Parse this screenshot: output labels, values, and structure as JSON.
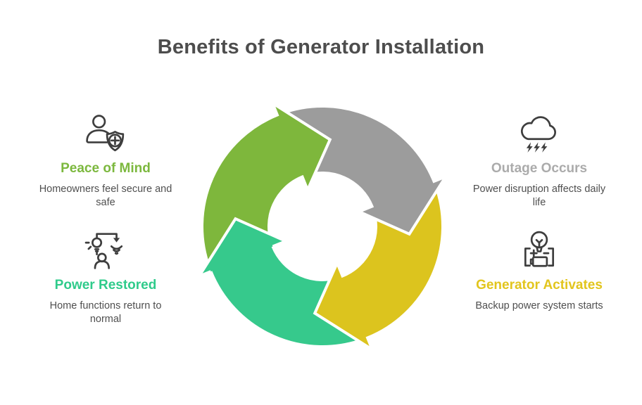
{
  "title": "Benefits of Generator Installation",
  "items": [
    {
      "id": "peace-of-mind",
      "label": "Peace of Mind",
      "description": "Homeowners feel secure and safe",
      "accent_color": "#7cb83e",
      "icon": "person-shield-plus-icon"
    },
    {
      "id": "outage-occurs",
      "label": "Outage Occurs",
      "description": "Power disruption affects daily life",
      "accent_color": "#ababab",
      "icon": "storm-cloud-lightning-icon"
    },
    {
      "id": "power-restored",
      "label": "Power Restored",
      "description": "Home functions return to normal",
      "accent_color": "#2fcb8b",
      "icon": "restored-light-person-icon"
    },
    {
      "id": "generator-activates",
      "label": "Generator Activates",
      "description": "Backup power system starts",
      "accent_color": "#e2c51d",
      "icon": "bulb-battery-generator-icon"
    }
  ],
  "cycle": {
    "type": "circular-arrow-cycle",
    "direction": "clockwise",
    "segments": [
      {
        "stage": "peace-of-mind",
        "position": "top-left",
        "color": "#7eb73c"
      },
      {
        "stage": "outage-occurs",
        "position": "top-right",
        "color": "#9c9c9c"
      },
      {
        "stage": "generator-activates",
        "position": "bottom-right",
        "color": "#dcc41e"
      },
      {
        "stage": "power-restored",
        "position": "bottom-left",
        "color": "#36c98c"
      }
    ]
  }
}
